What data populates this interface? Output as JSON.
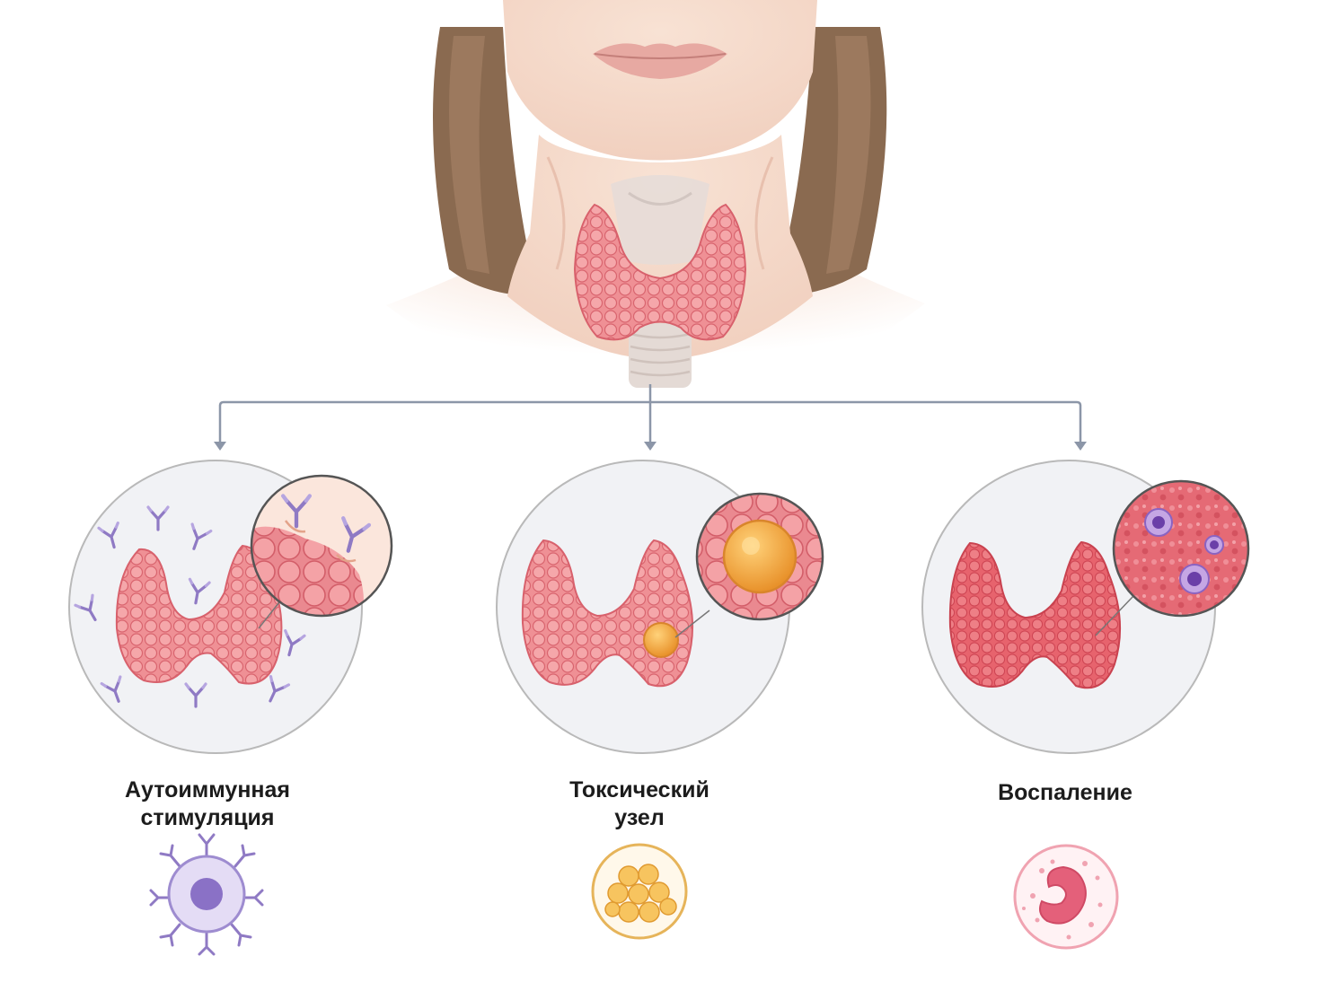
{
  "categories": [
    {
      "id": "autoimmune",
      "title_lines": [
        "Аутоиммунная",
        "стимуляция"
      ],
      "icon": "antibody-cell-icon",
      "color": "#8f7ac4"
    },
    {
      "id": "toxic-nodule",
      "title_lines": [
        "Токсический",
        "узел"
      ],
      "icon": "nodule-cells-icon",
      "color": "#f2a93b"
    },
    {
      "id": "inflammation",
      "title_lines": [
        "Воспаление"
      ],
      "icon": "neutrophil-icon",
      "color": "#e4607a"
    }
  ],
  "colors": {
    "gland": "#ee8a8f",
    "gland_dark": "#d8616c",
    "skin": "#f6dccd",
    "hair": "#8a6a50",
    "connector": "#8c96a8",
    "circle_border": "#b9b9b9",
    "antibody": "#8f7ac4"
  }
}
